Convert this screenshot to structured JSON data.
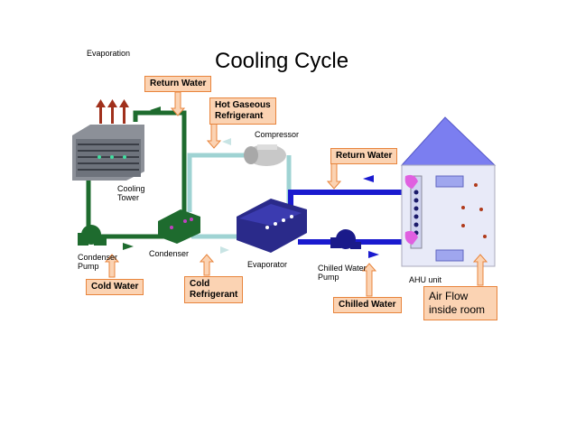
{
  "title": "Cooling Cycle",
  "labels": {
    "evaporation": "Evaporation",
    "cooling_tower": "Cooling\nTower",
    "condenser_pump": "Condenser\nPump",
    "condenser": "Condenser",
    "compressor": "Compressor",
    "evaporator": "Evaporator",
    "chilled_water_pump": "Chilled Water\nPump",
    "ahu_unit": "AHU unit"
  },
  "callouts": {
    "return_water_top": "Return  Water",
    "hot_gaseous_refrigerant": "Hot Gaseous\nRefrigerant",
    "return_water_right": "Return Water",
    "cold_water": "Cold  Water",
    "cold_refrigerant": "Cold\nRefrigerant",
    "chilled_water": "Chilled Water",
    "air_flow": "Air Flow\ninside room"
  },
  "colors": {
    "condenser_water": "#1e6b2e",
    "refrigerant": "#a9d8d8",
    "chilled_water": "#1a1acf",
    "callout_fill": "#fbd3b3",
    "callout_border": "#e8843c"
  }
}
